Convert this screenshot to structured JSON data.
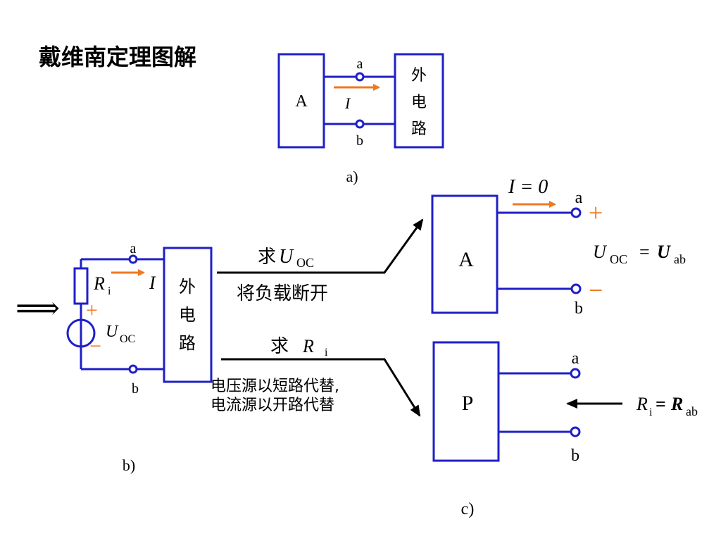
{
  "title": "戴维南定理图解",
  "fig_a": {
    "box_left": "A",
    "box_right": [
      "外",
      "电",
      "路"
    ],
    "node_a": "a",
    "node_b": "b",
    "current": "I",
    "caption": "a)"
  },
  "fig_b": {
    "arrow_symbol": "⟹",
    "node_a": "a",
    "node_b": "b",
    "resistor": "R",
    "resistor_sub": "i",
    "current": "I",
    "source": "U",
    "source_sub": "OC",
    "plus": "+",
    "minus": "−",
    "box_right": [
      "外",
      "电",
      "路"
    ],
    "caption": "b)"
  },
  "branch_top": {
    "label_main": "求",
    "label_var": "U",
    "label_sub": "OC",
    "note": "将负载断开"
  },
  "branch_bottom": {
    "label_main": "求",
    "label_var": "R",
    "label_sub": "i",
    "note_line1": "电压源以短路代替,",
    "note_line2": "电流源以开路代替"
  },
  "fig_c": {
    "box_top": "A",
    "box_bottom": "P",
    "current_eq": "I = 0",
    "node_a": "a",
    "node_b": "b",
    "plus": "+",
    "minus": "−",
    "uoc_left": "U",
    "uoc_left_sub": "OC",
    "uoc_eq": "=",
    "uoc_right": "U",
    "uoc_right_sub": "ab",
    "ri_left": "R",
    "ri_left_sub": "i",
    "ri_eq": "=",
    "ri_right": "R",
    "ri_right_sub": "ab",
    "caption": "c)"
  }
}
